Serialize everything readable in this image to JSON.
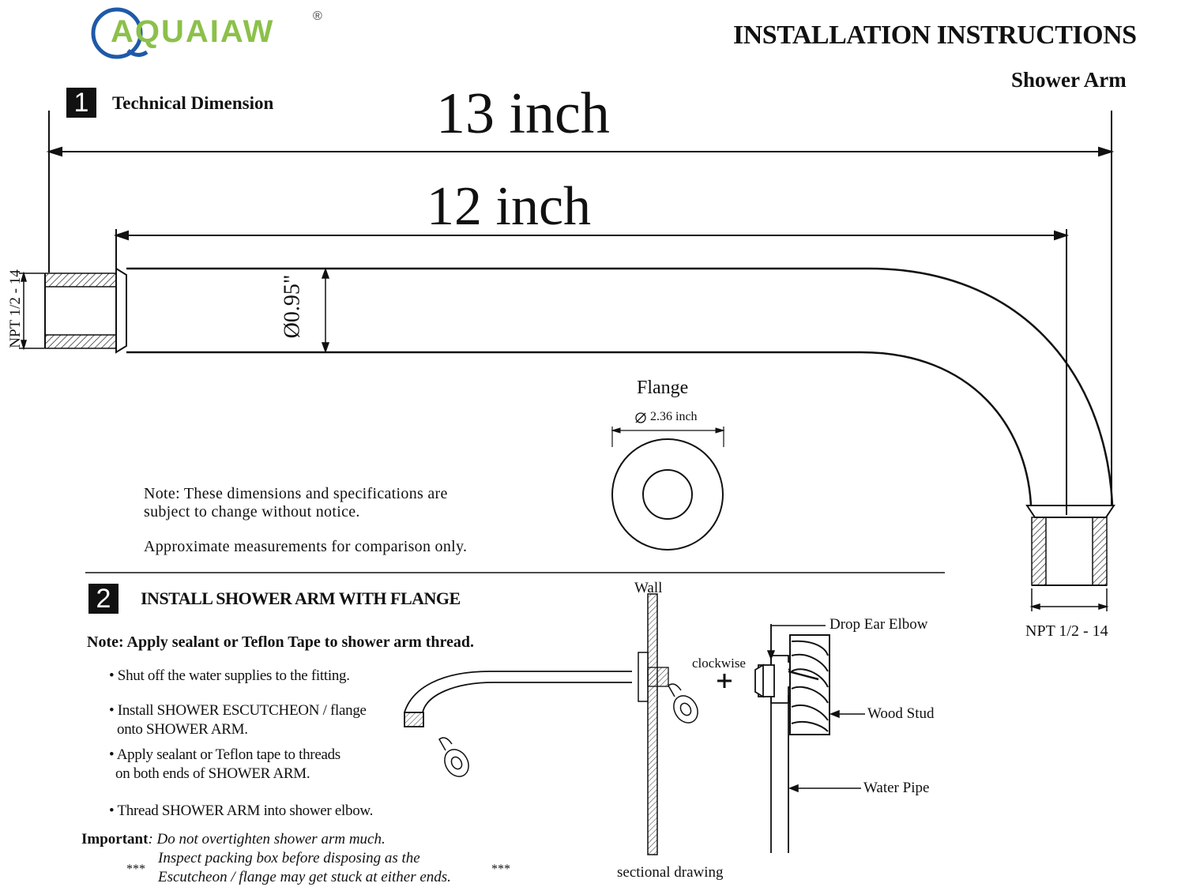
{
  "brand": {
    "name": "AQUAIAW",
    "reg_mark": "®",
    "ring_color": "#1e5aa8",
    "text_color": "#8cc04a"
  },
  "header": {
    "title": "INSTALLATION INSTRUCTIONS",
    "subtitle": "Shower Arm"
  },
  "step1": {
    "number": "1",
    "title": "Technical Dimension",
    "total_length": "13 inch",
    "arm_length": "12 inch",
    "diameter": "0.95\"",
    "npt_left": "NPT 1/2 - 14",
    "npt_right": "NPT 1/2 - 14",
    "flange_label": "Flange",
    "flange_diameter": "2.36 inch",
    "note_line1": "Note: These dimensions and specifications are",
    "note_line2": "subject to change without notice.",
    "note_line3": "Approximate measurements for comparison only."
  },
  "step2": {
    "number": "2",
    "title": "INSTALL SHOWER ARM WITH FLANGE",
    "sealant_note": "Note: Apply sealant or Teflon Tape to shower arm thread.",
    "bullets": [
      {
        "line1": "• Shut off the water supplies to the fitting.",
        "line2": ""
      },
      {
        "line1": "• Install SHOWER ESCUTCHEON / flange",
        "line2": "onto SHOWER ARM."
      },
      {
        "line1": "• Apply sealant or Teflon tape to threads",
        "line2": "on both ends of SHOWER ARM."
      },
      {
        "line1": "• Thread SHOWER ARM into shower elbow.",
        "line2": ""
      }
    ],
    "important_label": "Important",
    "important_text": ": Do not overtighten shower arm much.",
    "inspect_line1": "Inspect packing box before disposing as the",
    "inspect_line2": "Escutcheon / flange may get stuck at either ends.",
    "stars": "***",
    "diagram": {
      "wall": "Wall",
      "clockwise": "clockwise",
      "plus": "+",
      "drop_ear_elbow": "Drop Ear Elbow",
      "wood_stud": "Wood Stud",
      "water_pipe": "Water Pipe",
      "sectional": "sectional drawing"
    }
  }
}
